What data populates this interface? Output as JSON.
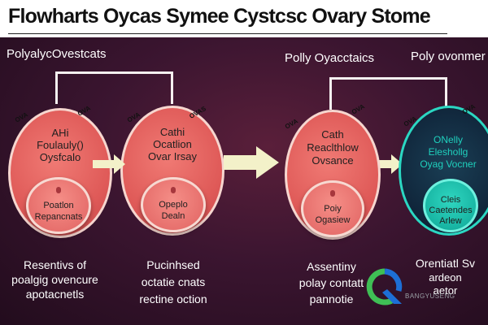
{
  "title": "Flowharts Oycas Symee Cystcsc Ovary Stome",
  "headings": {
    "top_left": "PolyalycOvestcats",
    "top_mid": "Polly Oyacctaics",
    "top_right": "Poly ovonmer"
  },
  "nodes": [
    {
      "outer_text": [
        "AHi",
        "Foulauly()",
        "Oysfcalo"
      ],
      "inner_text": [
        "Poatlon",
        "Repancnats"
      ],
      "badge_left": "OVA",
      "badge_right": "OVA"
    },
    {
      "outer_text": [
        "Cathi",
        "Ocatlion",
        "Ovar Irsay"
      ],
      "inner_text": [
        "Opeplo",
        "Dealn"
      ],
      "badge_left": "OVA",
      "badge_right": "OVAS"
    },
    {
      "outer_text": [
        "Cath",
        "Reaclthlow",
        "Ovsance"
      ],
      "inner_text": [
        "Poiy",
        "Ogasiew"
      ],
      "badge_left": "OVA",
      "badge_right": "OVA"
    },
    {
      "outer_text": [
        "ONelly",
        "Eleshollg",
        "Oyag Vocner"
      ],
      "inner_text": [
        "Cleis",
        "Caetendes",
        "Arlew"
      ],
      "badge_left": "OVA",
      "badge_right": "OVA"
    }
  ],
  "captions": [
    [
      "Resentivs of",
      "poalgig ovencure",
      "apotacnetls"
    ],
    [
      "Pucinhsed",
      "octatie cnats",
      "rectine oction"
    ],
    [
      "Assentiny",
      "polay contatt",
      "pannotie"
    ],
    [
      "Orentiatl Sv",
      "ardeon",
      "aetor"
    ]
  ],
  "logo_text": "BANGYUSENG",
  "colors": {
    "background": "#3b1530",
    "node_red": "#df5a58",
    "node_dark": "#10253a",
    "accent_teal": "#1fd0bd",
    "arrow": "#f3f1c9",
    "logo_green": "#3fbf55",
    "logo_blue": "#1d6fd6"
  }
}
